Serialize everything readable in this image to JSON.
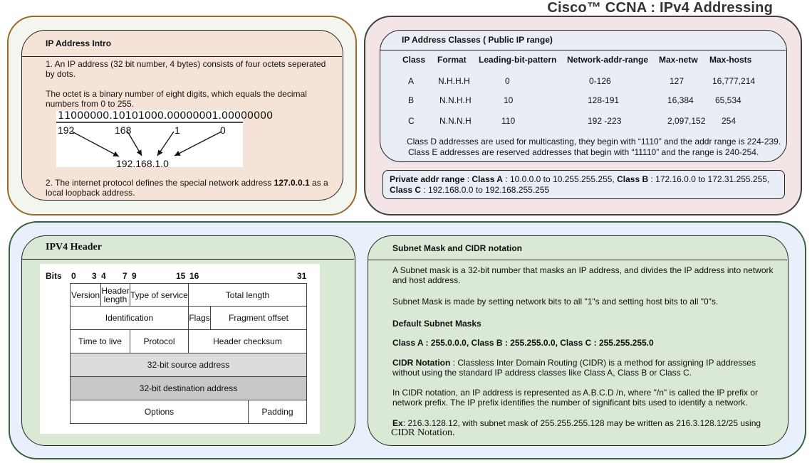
{
  "title": "Cisco™ CCNA : IPv4 Addressing",
  "intro": {
    "heading": "IP Address Intro",
    "p1": "1. An IP address (32 bit number, 4 bytes) consists of four octets  seperated by dots.",
    "p2": "The octet is a binary number of eight digits, which equals the decimal numbers from 0 to 255.",
    "binary": "11000000.10101000.00000001.00000000",
    "octets": [
      "192",
      "168",
      "1",
      "0"
    ],
    "dotted": "192.168.1.0",
    "p3_prefix": "2. The internet protocol defines the special network address ",
    "p3_bold": "127.0.0.1",
    "p3_suffix": " as a local loopback address."
  },
  "classes": {
    "heading": "IP Address Classes ( Public IP range)",
    "columns": [
      "Class",
      "Format",
      "Leading-bit-pattern",
      "Network-addr-range",
      "Max-netw",
      "Max-hosts"
    ],
    "rows": [
      [
        "A",
        "N.H.H.H",
        "0",
        "0-126",
        "127",
        "16,777,214"
      ],
      [
        "B",
        "N.N.H.H",
        "10",
        "128-191",
        "16,384",
        "65,534"
      ],
      [
        "C",
        "N.N.N.H",
        "110",
        "192 -223",
        "2,097,152",
        "254"
      ]
    ],
    "note_d": "Class D addresses are used for multicasting, they begin with “1110” and the addr range is 224-239.",
    "note_e": "Class E addresses are reserved addresses that begin with “11110” and the range is 240-254."
  },
  "private": {
    "label": "Private addr range",
    "a_label": "Class A",
    "a_range": " : 10.0.0.0 to 10.255.255.255, ",
    "b_label": "Class B",
    "b_range": " : 172.16.0.0 to 172.31.255.255,",
    "c_label": "Class C",
    "c_range": " : 192.168.0.0 to 192.168.255.255"
  },
  "ipv4_header": {
    "heading": "IPV4 Header",
    "bits_label": "Bits",
    "bit_numbers": [
      "0",
      "3",
      "4",
      "7",
      "9",
      "15",
      "16",
      "31"
    ],
    "fields": {
      "version": "Version",
      "header_length": "Header length",
      "type_of_service": "Type of service",
      "total_length": "Total length",
      "identification": "Identification",
      "flags": "Flags",
      "fragment_offset": "Fragment offset",
      "ttl": "Time to live",
      "protocol": "Protocol",
      "header_checksum": "Header checksum",
      "source": "32-bit source address",
      "destination": "32-bit destination address",
      "options": "Options",
      "padding": "Padding"
    }
  },
  "subnet": {
    "heading": "Subnet Mask and CIDR notation",
    "p1": "A Subnet mask is a 32-bit number that masks an IP address, and divides the IP address into network and host address.",
    "p2": "Subnet Mask is made by setting network bits to all \"1\"s and setting host bits to all \"0\"s.",
    "defaults_heading": "Default Subnet Masks",
    "defaults": "Class A : 255.0.0.0, Class B : 255.255.0.0, Class C : 255.255.255.0",
    "cidr_label": "CIDR Notation",
    "cidr_text": " : Classless Inter Domain Routing (CIDR) is a method for assigning IP addresses without using the standard IP address classes like Class A, Class B or Class C.",
    "p4": "In CIDR notation, an IP address is represented as A.B.C.D /n, where \"/n\" is called the IP prefix or network prefix. The IP prefix identifies the number of significant bits used to identify a network.",
    "ex_label": "Ex",
    "ex_text": ": 216.3.128.12, with subnet mask of 255.255.255.128 may be written as 216.3.128.12/25 using",
    "ex_tail": "CIDR Notation."
  }
}
